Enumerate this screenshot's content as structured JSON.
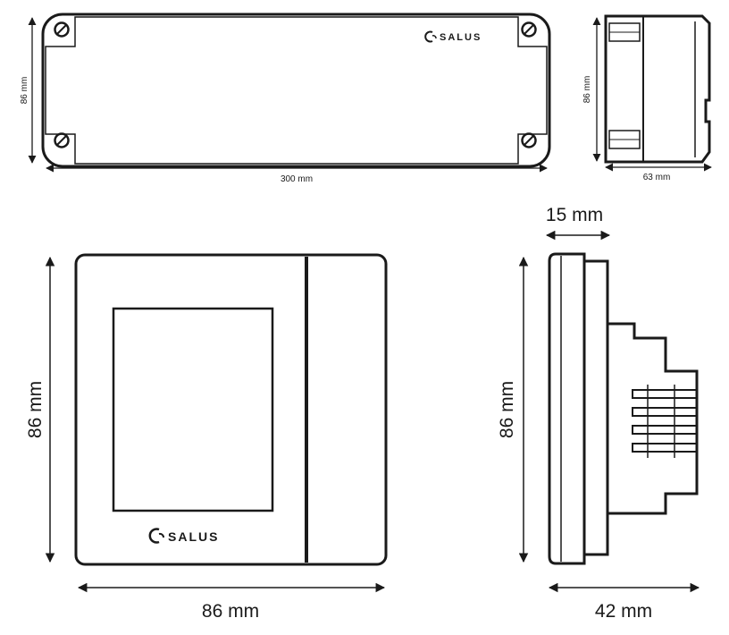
{
  "brand": "SALUS",
  "dimensions": {
    "top_front_height": "86 mm",
    "top_front_width": "300 mm",
    "top_side_height": "86 mm",
    "top_side_depth": "63 mm",
    "bottom_front_height": "86 mm",
    "bottom_front_width": "86 mm",
    "bottom_side_height": "86 mm",
    "bottom_side_front_depth": "15 mm",
    "bottom_side_total_depth": "42 mm"
  },
  "colors": {
    "line": "#1a1a1a",
    "background": "#ffffff"
  }
}
